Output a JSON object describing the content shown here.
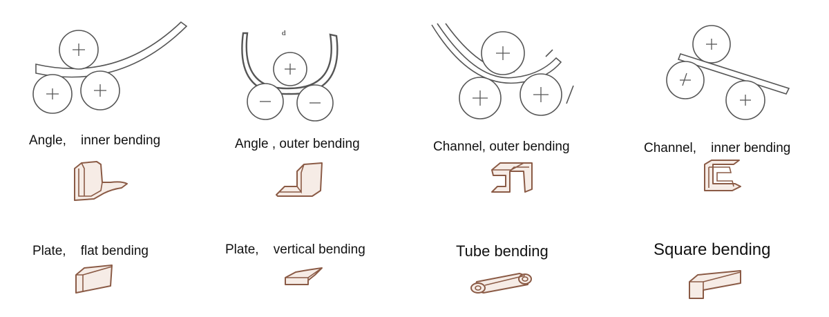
{
  "letter_d": "d",
  "labels": {
    "angle_inner": "Angle,    inner bending",
    "angle_outer": "Angle , outer bending",
    "channel_outer": "Channel, outer bending",
    "channel_inner": "Channel,    inner bending",
    "plate_flat": "Plate,    flat bending",
    "plate_vertical": "Plate,    vertical bending",
    "tube": "Tube bending",
    "square": "Square bending"
  },
  "colors": {
    "line": "#555555",
    "profile_stroke": "#8a5a45",
    "profile_fill": "#f6ece6"
  }
}
